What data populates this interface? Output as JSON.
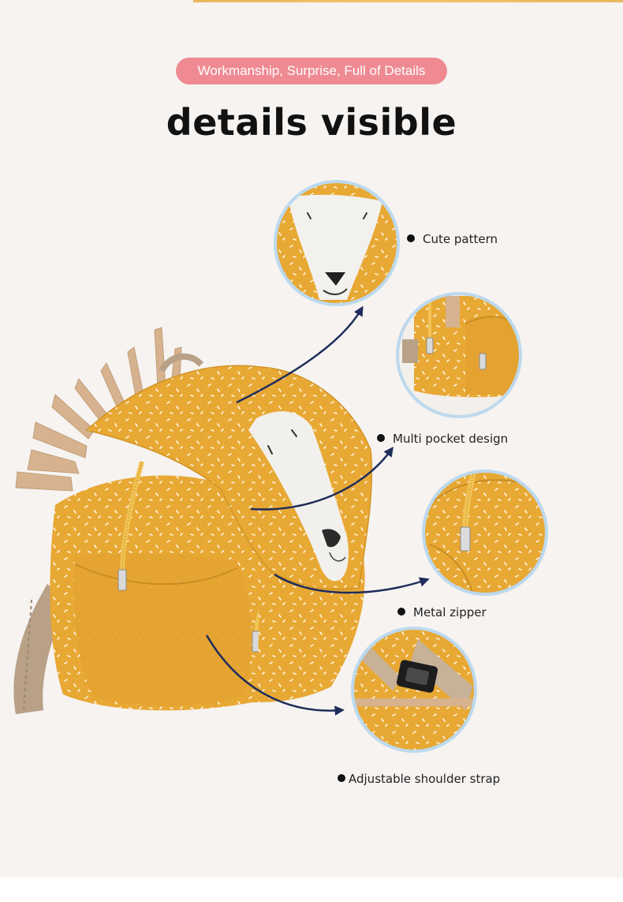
{
  "banner": {
    "tagline": "Workmanship, Surprise, Full of Details"
  },
  "heading": {
    "title": "details visible"
  },
  "callouts": [
    {
      "label": "Cute pattern"
    },
    {
      "label": "Multi pocket design"
    },
    {
      "label": "Metal zipper"
    },
    {
      "label": "Adjustable shoulder strap"
    }
  ],
  "colors": {
    "page_background": "#f6f3f1",
    "pill": "#ef8a92",
    "fabric": "#e8a834",
    "fringe": "#d6b38e",
    "circle_border": "#bcd9ee",
    "arrow": "#1f2d5a"
  }
}
